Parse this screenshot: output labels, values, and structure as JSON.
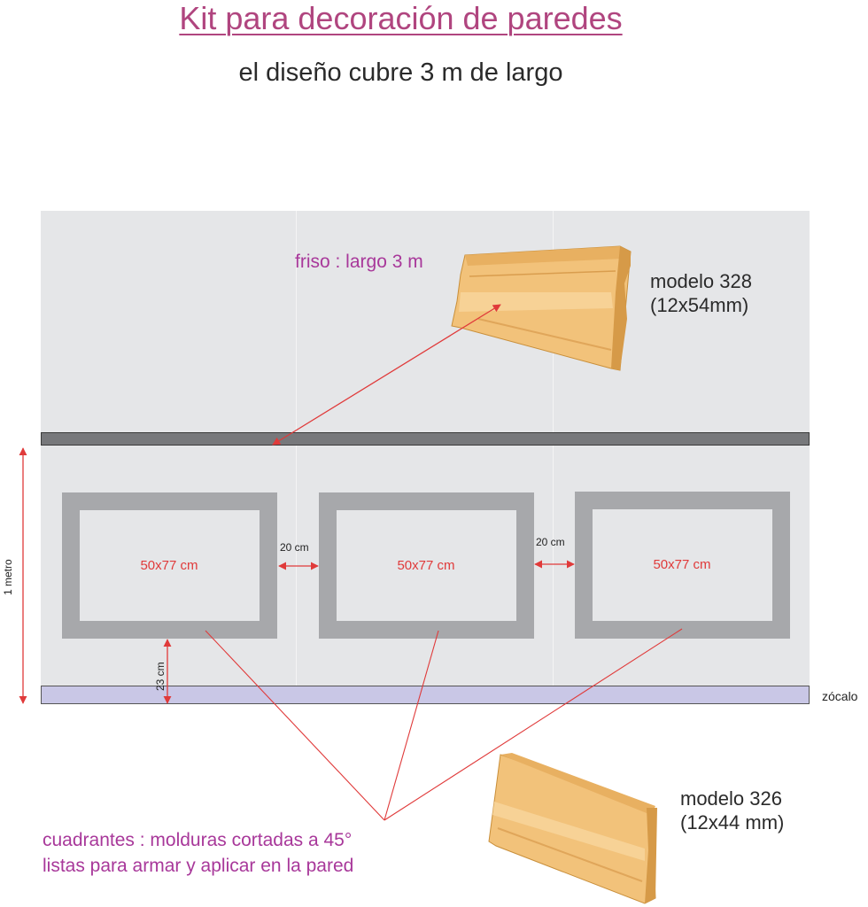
{
  "title": "Kit para decoración de paredes",
  "subtitle": "el diseño cubre 3 m de largo",
  "friso": {
    "label": "friso : largo 3 m"
  },
  "model_328": {
    "name": "modelo 328",
    "size": "(12x54mm)"
  },
  "model_326": {
    "name": "modelo 326",
    "size": "(12x44 mm)"
  },
  "frames": [
    {
      "label": "50x77 cm"
    },
    {
      "label": "50x77 cm"
    },
    {
      "label": "50x77 cm"
    }
  ],
  "dimensions": {
    "height": "1 metro",
    "gap_1": "20 cm",
    "gap_2": "20 cm",
    "bottom_gap": "23 cm"
  },
  "zocalo": "zócalo",
  "cuadrantes": {
    "line1": "cuadrantes : molduras cortadas a 45°",
    "line2": "listas para armar y aplicar en la pared"
  },
  "colors": {
    "title": "#b0457f",
    "accent_purple": "#a8389a",
    "dimension_red": "#e03a3a",
    "wall": "#e5e6e8",
    "frame": "#a7a8ab",
    "friso_bar": "#77787b",
    "zocalo_bar": "#c9c7e6",
    "wood": "#f2c27a"
  }
}
